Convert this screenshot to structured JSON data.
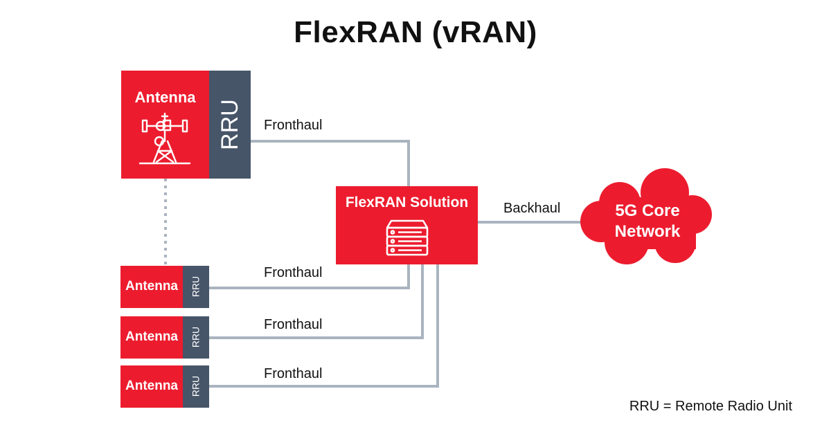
{
  "title": "FlexRAN (vRAN)",
  "main_site": {
    "antenna_label": "Antenna",
    "rru_label": "RRU"
  },
  "small_sites": [
    {
      "antenna_label": "Antenna",
      "rru_label": "RRU",
      "link_label": "Fronthaul"
    },
    {
      "antenna_label": "Antenna",
      "rru_label": "RRU",
      "link_label": "Fronthaul"
    },
    {
      "antenna_label": "Antenna",
      "rru_label": "RRU",
      "link_label": "Fronthaul"
    }
  ],
  "main_link_label": "Fronthaul",
  "flexran": {
    "label": "FlexRAN Solution"
  },
  "backhaul_label": "Backhaul",
  "core": {
    "label_line1": "5G Core",
    "label_line2": "Network"
  },
  "legend": "RRU = Remote Radio Unit",
  "icons": {
    "tower": "antenna-tower-icon",
    "server": "server-stack-icon"
  },
  "colors": {
    "red": "#ec1c2e",
    "navy": "#475569",
    "line": "#a9b4bf"
  }
}
